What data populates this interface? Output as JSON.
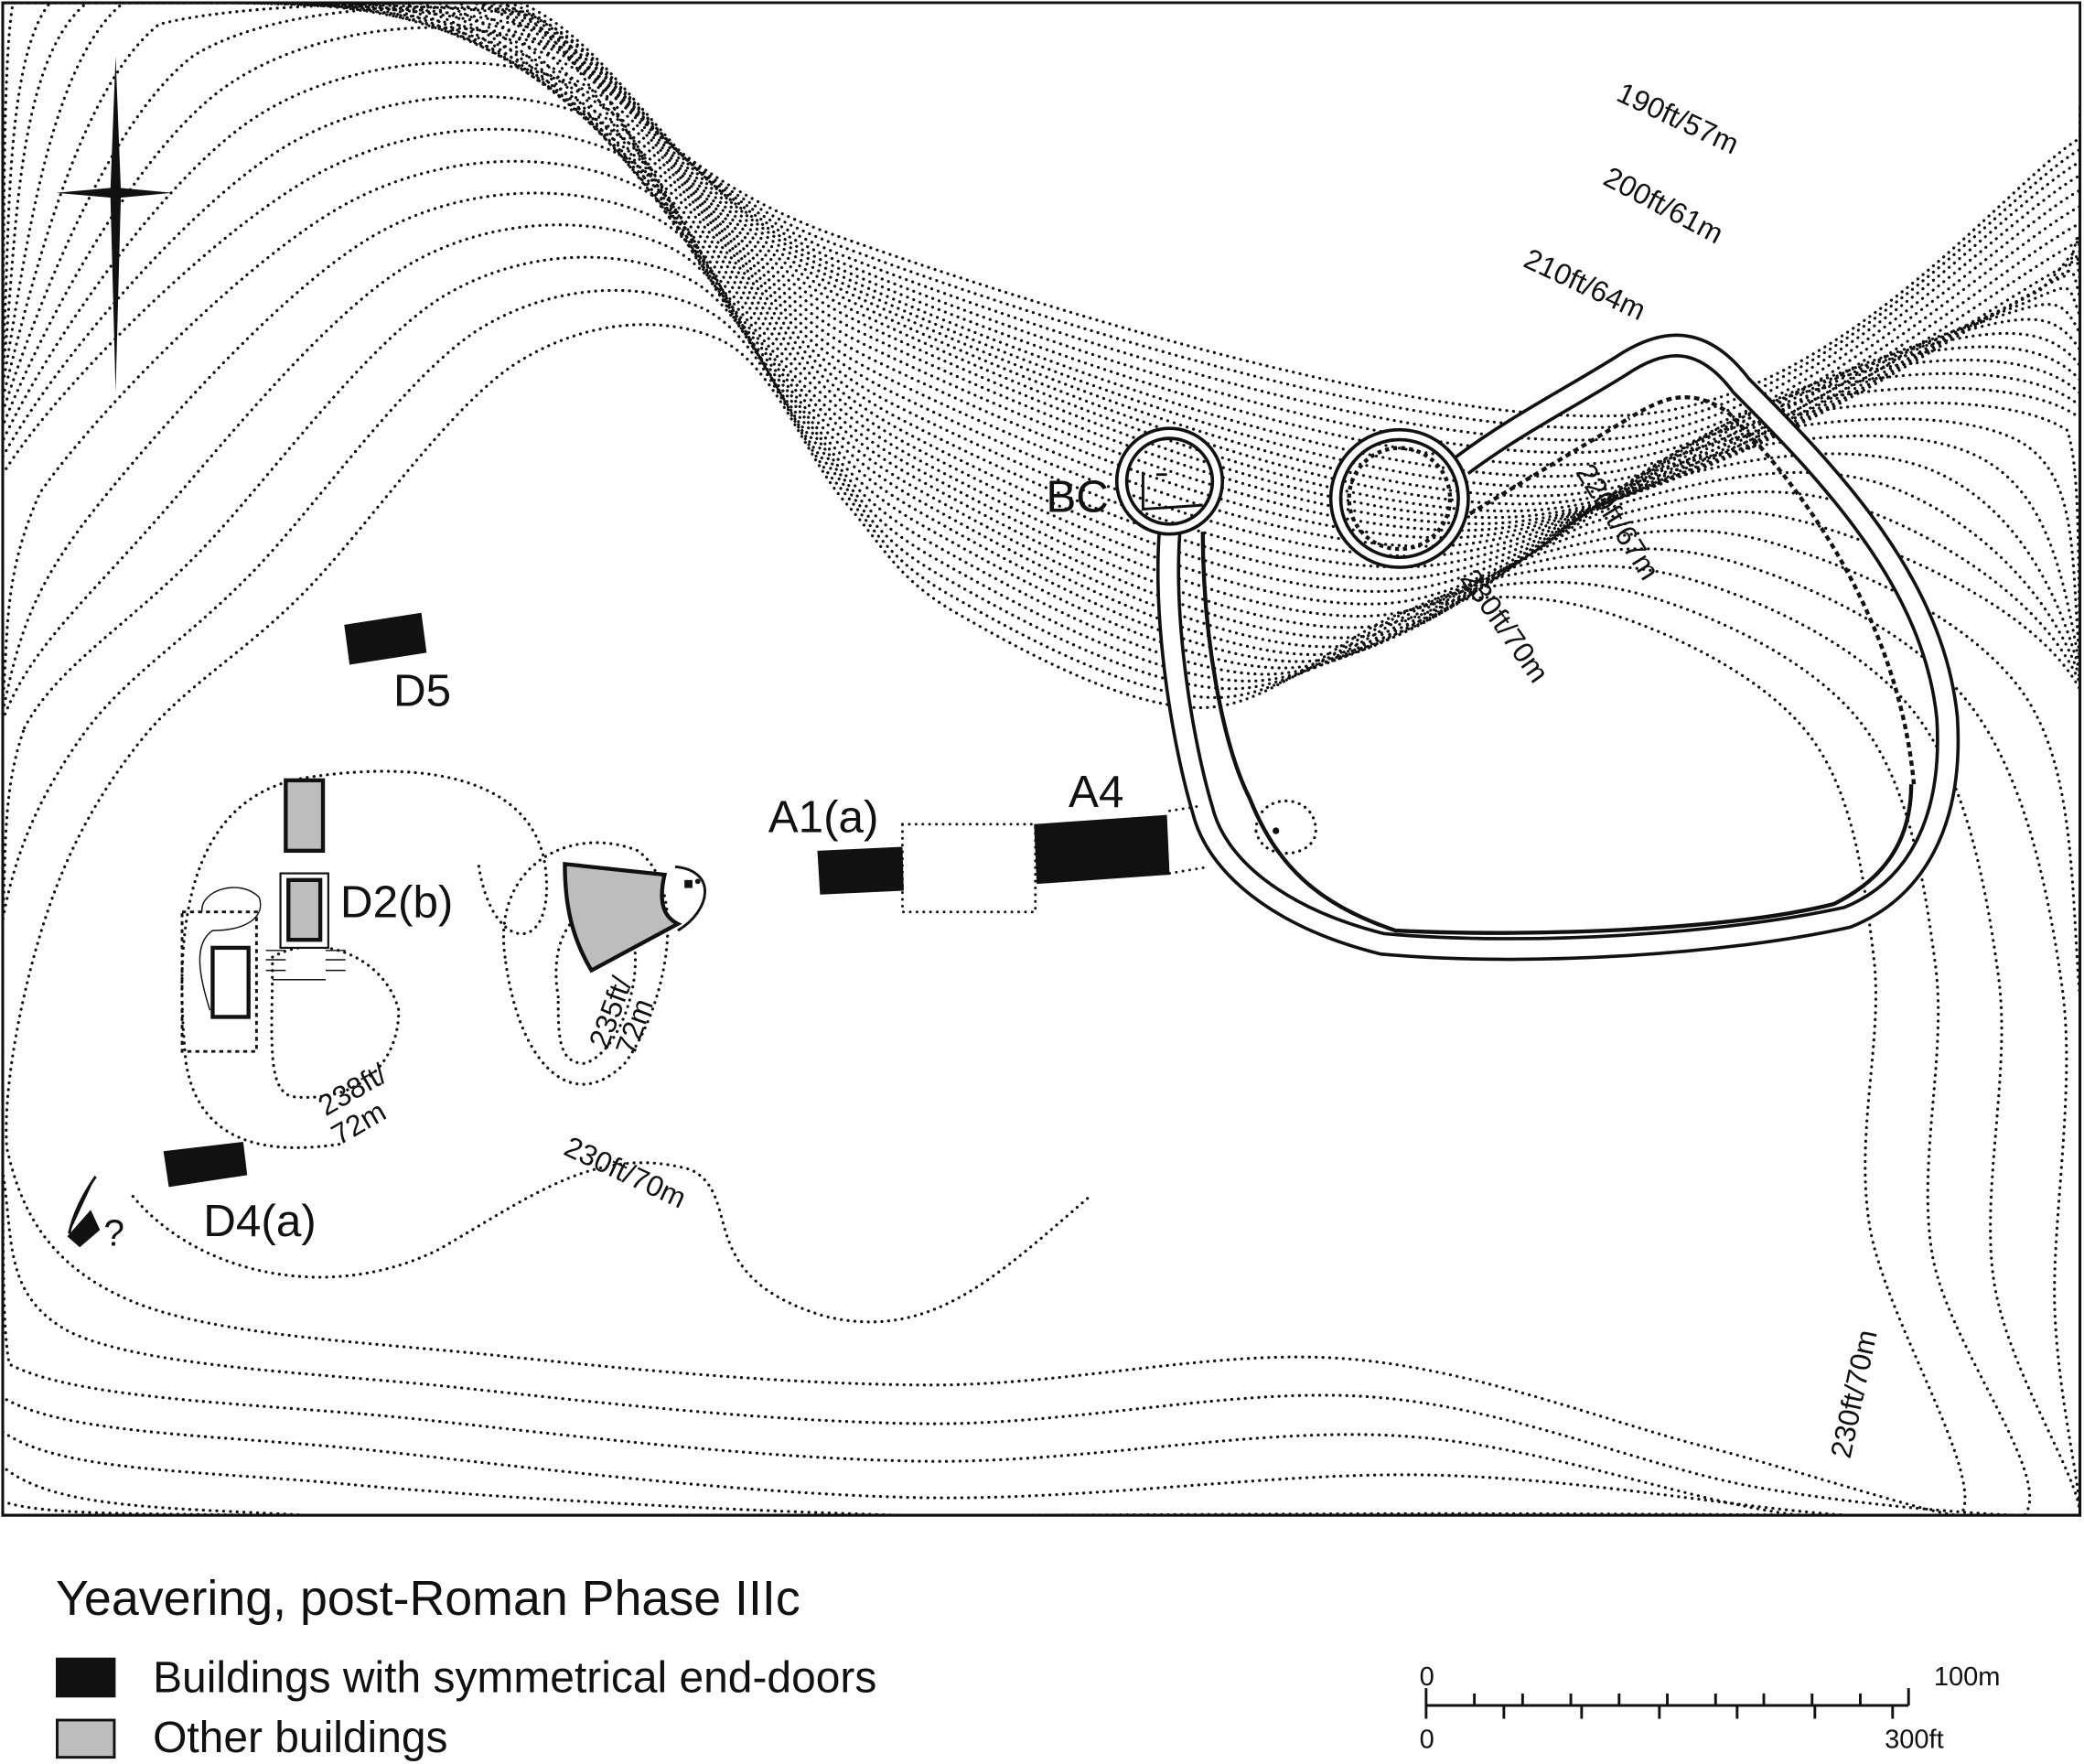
{
  "title": "Yeavering, post-Roman Phase IIIc",
  "legend": [
    {
      "label": "Buildings with symmetrical end-doors",
      "color": "#111111"
    },
    {
      "label": "Other buildings",
      "color": "#bdbdbd"
    }
  ],
  "scale": {
    "m_zero": "0",
    "m_end": "100m",
    "ft_zero": "0",
    "ft_end": "300ft"
  },
  "features": {
    "bc": "BC",
    "d5": "D5",
    "d2b": "D2(b)",
    "d4a": "D4(a)",
    "a1a": "A1(a)",
    "a4": "A4",
    "unknown": "?"
  },
  "contour_labels": {
    "c190": "190ft/57m",
    "c200": "200ft/61m",
    "c210": "210ft/64m",
    "c220": "220ft/67m",
    "c230_ne": "230ft/70m",
    "c235a": "235ft/",
    "c235b": "72m",
    "c238a": "238ft/",
    "c238b": "72m",
    "c230_s": "230ft/70m",
    "c230_se": "230ft/70m"
  },
  "north_arrow": "north-arrow"
}
